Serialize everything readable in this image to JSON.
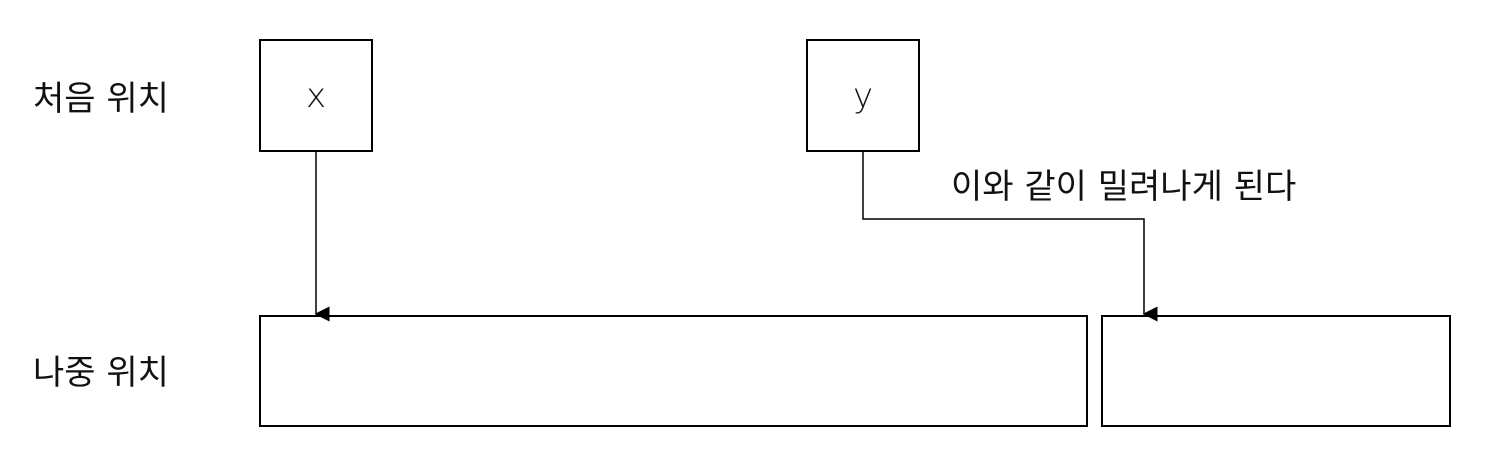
{
  "labels": {
    "initial_position": "처음 위치",
    "final_position": "나중 위치",
    "annotation": "이와 같이 밀려나게 된다"
  },
  "boxes": {
    "x_label": "x",
    "y_label": "y"
  }
}
